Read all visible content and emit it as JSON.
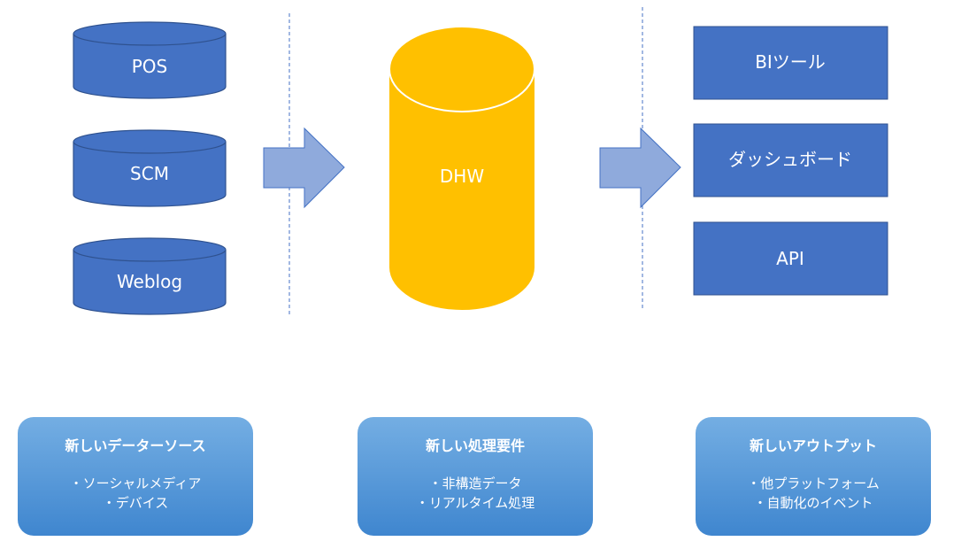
{
  "sources": [
    "POS",
    "SCM",
    "Weblog"
  ],
  "warehouse": "DHW",
  "outputs": [
    "BIツール",
    "ダッシュボード",
    "API"
  ],
  "info_boxes": [
    {
      "title": "新しいデーターソース",
      "items": [
        "・ソーシャルメディア",
        "・デバイス"
      ]
    },
    {
      "title": "新しい処理要件",
      "items": [
        "・非構造データ",
        "・リアルタイム処理"
      ]
    },
    {
      "title": "新しいアウトプット",
      "items": [
        "・他プラットフォーム",
        "・自動化のイベント"
      ]
    }
  ],
  "colors": {
    "source_fill": "#4472c4",
    "source_stroke": "#2f528f",
    "warehouse_fill": "#ffc000",
    "arrow_fill": "#8faadc",
    "output_fill": "#4472c4",
    "divider": "#4472c4"
  }
}
